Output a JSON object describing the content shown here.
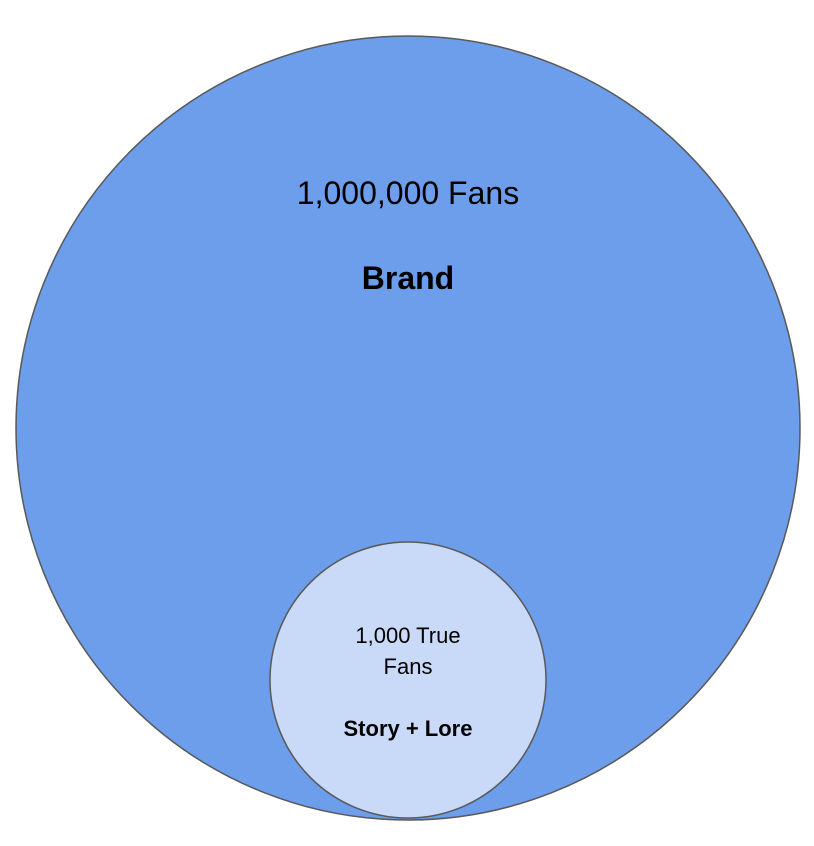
{
  "diagram": {
    "outer": {
      "count_label": "1,000,000 Fans",
      "name_label": "Brand",
      "fill_color": "#6d9eeb"
    },
    "inner": {
      "count_label_line1": "1,000 True",
      "count_label_line2": "Fans",
      "name_label": "Story + Lore",
      "fill_color": "#c9daf8"
    },
    "stroke_color": "#595959"
  }
}
